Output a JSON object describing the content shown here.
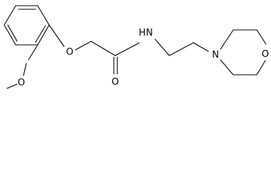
{
  "structure": {
    "atom_labels": {
      "ether_methoxy_o": "O",
      "ether_aryl_o": "O",
      "carbonyl_o": "O",
      "amide_n": "N",
      "amide_h": "H",
      "morpholine_n": "N",
      "morpholine_o": "O"
    }
  }
}
